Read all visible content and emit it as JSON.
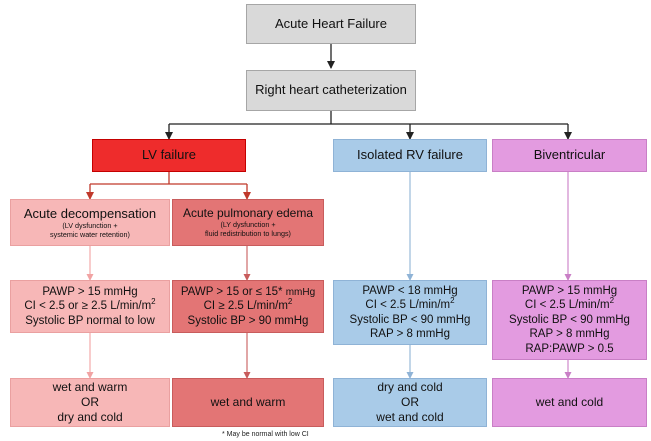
{
  "nodes": {
    "acute": "Acute Heart Failure",
    "rhc": "Right heart catheterization",
    "lv": "LV failure",
    "rv": "Isolated RV failure",
    "bi": "Biventricular",
    "decomp_title": "Acute decompensation",
    "decomp_sub1": "(LV dysfunction +",
    "decomp_sub2": "systemic water retention)",
    "ape_title": "Acute pulmonary edema",
    "ape_sub1": "(LY dysfunction +",
    "ape_sub2": "fluid redistribution to lungs)"
  },
  "criteria": {
    "decomp": {
      "l1": "PAWP > 15 mmHg",
      "l2": "CI < 2.5 or ≥ 2.5 L/min/m",
      "l2_sup": "2",
      "l3": "Systolic BP normal to low"
    },
    "ape": {
      "l1": "PAWP > 15 or ≤ 15*",
      "l1_unit": "mmHg",
      "l2": "CI ≥ 2.5 L/min/m",
      "l2_sup": "2",
      "l3": "Systolic BP > 90 mmHg"
    },
    "rv": {
      "l1": "PAWP < 18 mmHg",
      "l2": "CI < 2.5 L/min/m",
      "l2_sup": "2",
      "l3": "Systolic BP  < 90 mmHg",
      "l4": "RAP > 8 mmHg"
    },
    "bi": {
      "l1": "PAWP > 15 mmHg",
      "l2": "CI < 2.5 L/min/m",
      "l2_sup": "2",
      "l3": "Systolic BP < 90 mmHg",
      "l4": "RAP > 8 mmHg",
      "l5": "RAP:PAWP > 0.5"
    }
  },
  "outcomes": {
    "decomp": {
      "l1": "wet and warm",
      "l2": "OR",
      "l3": "dry and cold"
    },
    "ape": {
      "l1": "wet and warm"
    },
    "rv": {
      "l1": "dry and cold",
      "l2": "OR",
      "l3": "wet and cold"
    },
    "bi": {
      "l1": "wet and cold"
    }
  },
  "footnote": "* May be normal with low CI",
  "colors": {
    "gray": "#d9d9d9",
    "red": "#ee2c2c",
    "blue": "#a9cbe8",
    "pink": "#e39be0",
    "light_pink": "#f7b7b7",
    "rose": "#e37575",
    "dark_arrow": "#222222",
    "red_arrow": "#c0392b"
  }
}
